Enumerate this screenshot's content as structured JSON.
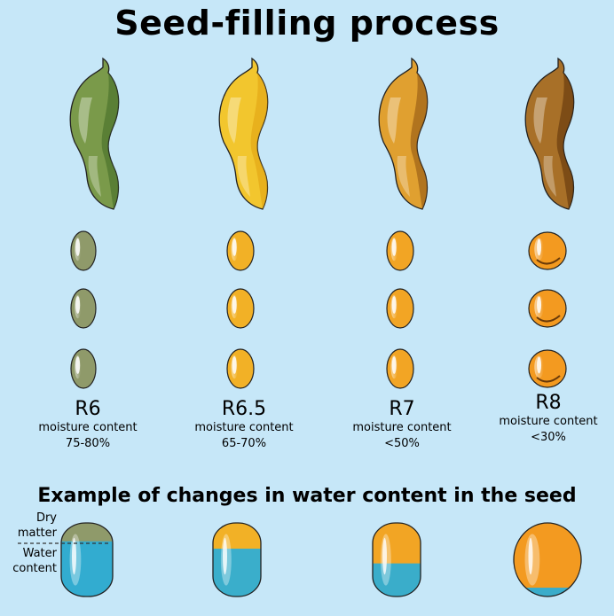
{
  "title": "Seed-filling process",
  "stages": [
    {
      "code": "R6",
      "moisture_label": "moisture content",
      "range": "75-80%",
      "pod_color": "#7a9a4a",
      "pod_dark": "#3f6a25",
      "seed_color": "#8f9a6a",
      "water_fraction": 0.75
    },
    {
      "code": "R6.5",
      "moisture_label": "moisture content",
      "range": "65-70%",
      "pod_color": "#f2c62e",
      "pod_dark": "#e0a010",
      "seed_color": "#f2b126",
      "water_fraction": 0.65
    },
    {
      "code": "R7",
      "moisture_label": "moisture content",
      "range": "<50%",
      "pod_color": "#e0a030",
      "pod_dark": "#8a5010",
      "seed_color": "#f2a524",
      "water_fraction": 0.45
    },
    {
      "code": "R8",
      "moisture_label": "moisture content",
      "range": "<30%",
      "pod_color": "#a87028",
      "pod_dark": "#5a3008",
      "seed_color": "#f39a20",
      "water_fraction": 0.12
    }
  ],
  "water_section": {
    "title": "Example of changes in water content in the seed",
    "dry_matter_label_1": "Dry",
    "dry_matter_label_2": "matter",
    "water_label_1": "Water",
    "water_label_2": "content",
    "water_color": "#2aaed9"
  }
}
